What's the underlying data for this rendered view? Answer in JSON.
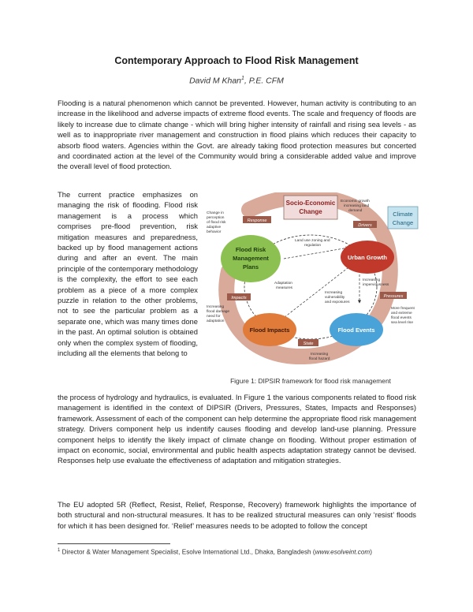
{
  "title": "Contemporary Approach to Flood Risk Management",
  "author": {
    "name": "David M Khan",
    "mark": "1",
    "suffix": ", P.E. CFM"
  },
  "paragraphs": {
    "p1": "Flooding is a natural phenomenon which cannot be prevented. However, human activity is contributing to an increase in the likelihood and adverse impacts of extreme flood events. The scale and frequency of floods are likely to increase due to climate change - which will bring higher intensity of rainfall and rising sea levels - as well as to inappropriate river management and construction in flood plains which reduces their capacity to absorb flood waters. Agencies within the Govt. are already taking flood protection measures but concerted and coordinated action at the level of the Community would bring a considerable added value and improve the overall level of flood protection.",
    "p2": "The current practice emphasizes on managing the risk of flooding. Flood risk management is a process which comprises pre-flood prevention, risk mitigation measures and preparedness, backed up by flood management actions during and after an event. The main principle of the contemporary methodology is the complexity, the effort to see each problem as a piece of a more complex puzzle in relation to the other problems, not to see the particular problem as a separate one, which was many times done in the past. An optimal solution is obtained only when the complex system of flooding, including all the elements that belong to",
    "p3": "the process of hydrology and hydraulics, is evaluated. In Figure 1 the various components related to flood risk management is identified in the context of DIPSIR (Drivers, Pressures, States, Impacts and Responses) framework. Assessment of each of the component can help determine the appropriate flood risk management strategy. Drivers component help us indentify causes flooding and develop land-use planning. Pressure component helps to identify the likely impact of climate change on flooding. Without proper estimation of impact on economic, social, environmental and public health aspects adaptation strategy cannot be devised. Responses help use evaluate the effectiveness of adaptation and mitigation strategies.",
    "p4": "The EU adopted 5R (Reflect, Resist, Relief, Response, Recovery) framework highlights the importance of both structural and non-structural measures. It has to be realized structural measures can only ‘resist’ floods for which it has been designed for. ‘Relief’ measures needs to be adopted to follow the concept"
  },
  "figure": {
    "caption": "Figure 1: DIPSIR framework for flood risk management",
    "nodes": {
      "socio_1": "Socio-Economic",
      "socio_2": "Change",
      "climate_1": "Climate",
      "climate_2": "Change",
      "urban": "Urban Growth",
      "flood_events": "Flood Events",
      "flood_impacts": "Flood Impacts",
      "frm_1": "Flood Risk",
      "frm_2": "Management",
      "frm_3": "Plans"
    },
    "band_labels": {
      "response": "Response",
      "drivers": "Drivers",
      "pressures": "Pressures",
      "state": "State",
      "impacts": "Impacts"
    },
    "notes": {
      "change_in_1": "Change in",
      "change_in_2": "perception",
      "change_in_3": "of flood risk",
      "change_in_4": "adaptive",
      "change_in_5": "behavior",
      "econ_1": "Economic growth",
      "econ_2": "increasing land",
      "econ_3": "demand",
      "landuse_1": "Land use zoning and",
      "landuse_2": "regulation",
      "adaptation_1": "Adaptation",
      "adaptation_2": "measures",
      "imperv_1": "Increasing",
      "imperv_2": "imperviousness",
      "vuln_1": "Increasing",
      "vuln_2": "vulnerability",
      "vuln_3": "and exposures",
      "extreme_1": "More frequent",
      "extreme_2": "and extreme",
      "extreme_3": "flood events",
      "extreme_4": "sea level rise",
      "damage_1": "Increasing",
      "damage_2": "flood damage",
      "damage_3": "need for",
      "damage_4": "adaptation",
      "hazard_1": "Increasing",
      "hazard_2": "flood hazard"
    }
  },
  "footnote": {
    "mark": "1",
    "text": " Director & Water Management Specialist, Esolve International Ltd., Dhaka, Bangladesh (",
    "link": "www.esolveint.com",
    "close": ")"
  },
  "colors": {
    "band": "#d9a99a",
    "socio": "#f2dcdb",
    "climate": "#c6e4ef",
    "urban": "#c0392b",
    "flood_events": "#4aa3d8",
    "flood_impacts": "#e07b39",
    "frm": "#8cc152",
    "label_bg": "#9c5b4a"
  }
}
